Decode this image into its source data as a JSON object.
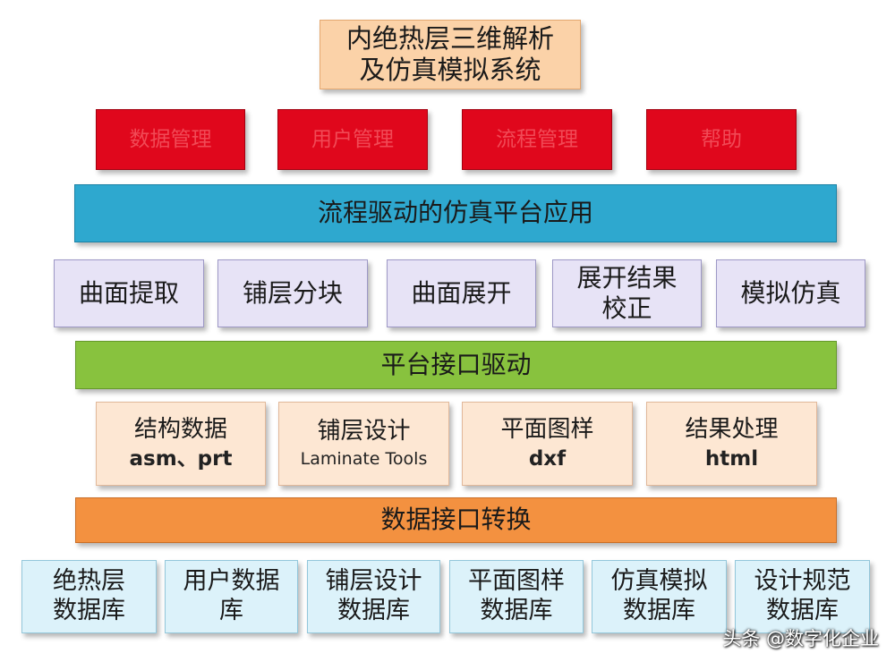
{
  "title": {
    "line1": "内绝热层三维解析",
    "line2": "及仿真模拟系统"
  },
  "management": [
    "数据管理",
    "用户管理",
    "流程管理",
    "帮助"
  ],
  "platform_app": "流程驱动的仿真平台应用",
  "functions": [
    {
      "line1": "曲面提取",
      "line2": ""
    },
    {
      "line1": "铺层分块",
      "line2": ""
    },
    {
      "line1": "曲面展开",
      "line2": ""
    },
    {
      "line1": "展开结果",
      "line2": "校正"
    },
    {
      "line1": "模拟仿真",
      "line2": ""
    }
  ],
  "platform_interface": "平台接口驱动",
  "data_types": [
    {
      "name": "结构数据",
      "format": "asm、prt"
    },
    {
      "name": "铺层设计",
      "format": "Laminate Tools"
    },
    {
      "name": "平面图样",
      "format": "dxf"
    },
    {
      "name": "结果处理",
      "format": "html"
    }
  ],
  "data_interface": "数据接口转换",
  "databases": [
    {
      "line1": "绝热层",
      "line2": "数据库"
    },
    {
      "line1": "用户数据",
      "line2": "库"
    },
    {
      "line1": "铺层设计",
      "line2": "数据库"
    },
    {
      "line1": "平面图样",
      "line2": "数据库"
    },
    {
      "line1": "仿真模拟",
      "line2": "数据库"
    },
    {
      "line1": "设计规范",
      "line2": "数据库"
    }
  ],
  "watermark": "头条 @数字化企业"
}
